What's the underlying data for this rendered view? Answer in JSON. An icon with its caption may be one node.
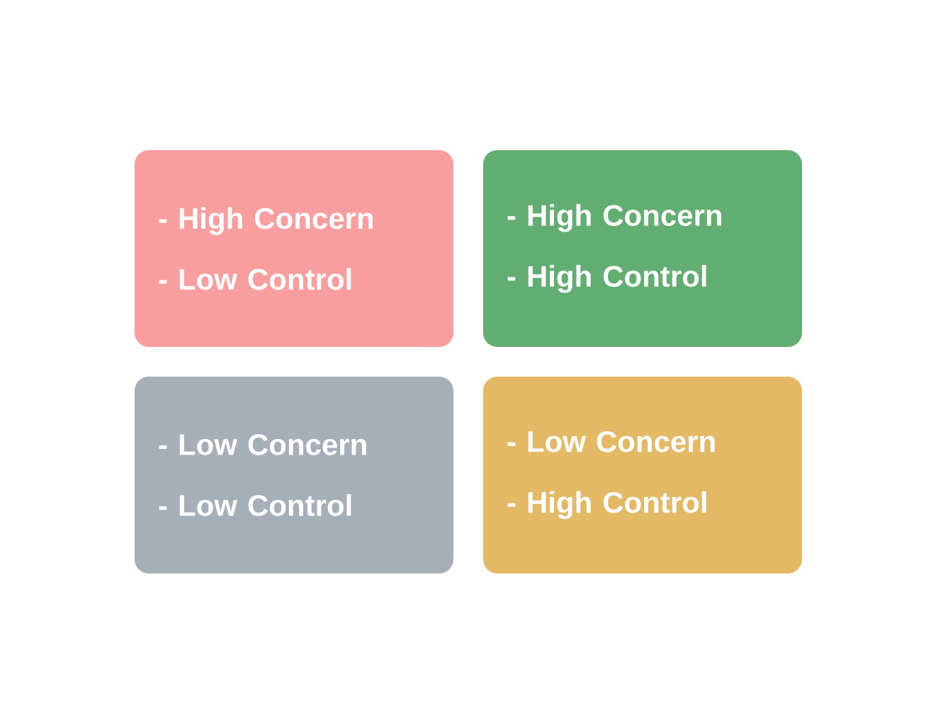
{
  "diagram": {
    "nodes": [
      {
        "text": [
          "- High Concern",
          "- Low Control"
        ]
      },
      {
        "text": [
          "- High Concern",
          "- High Control"
        ]
      },
      {
        "text": [
          "- Low Concern",
          "- Low Control"
        ]
      },
      {
        "text": [
          "- Low Concern",
          "- High Control"
        ]
      }
    ]
  }
}
